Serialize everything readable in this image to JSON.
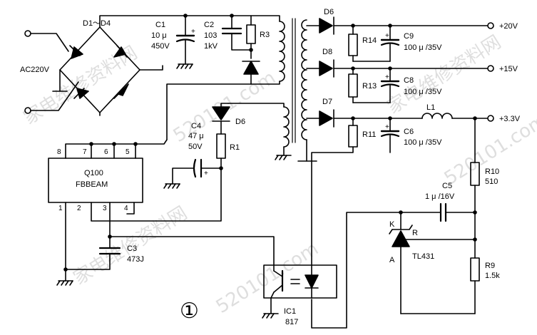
{
  "bridge": {
    "label": "D1～D4"
  },
  "input": {
    "label": "AC220V"
  },
  "c1": {
    "name": "C1",
    "value": "10 μ",
    "voltage": "450V"
  },
  "c2": {
    "name": "C2",
    "value": "103",
    "voltage": "1kV"
  },
  "r3": {
    "name": "R3"
  },
  "d6_out": {
    "name": "D6"
  },
  "d8": {
    "name": "D8"
  },
  "d7": {
    "name": "D7"
  },
  "r14": {
    "name": "R14"
  },
  "r13": {
    "name": "R13"
  },
  "r11": {
    "name": "R11"
  },
  "c9": {
    "name": "C9",
    "value": "100 μ /35V"
  },
  "c8": {
    "name": "C8",
    "value": "100 μ /35V"
  },
  "c6": {
    "name": "C6",
    "value": "100 μ /35V"
  },
  "l1": {
    "name": "L1"
  },
  "outputs": {
    "v20": "+20V",
    "v15": "+15V",
    "v33": "+3.3V"
  },
  "c4": {
    "name": "C4",
    "value": "47 μ",
    "voltage": "50V"
  },
  "d6_aux": {
    "name": "D6"
  },
  "r1": {
    "name": "R1"
  },
  "ic": {
    "name": "Q100",
    "part": "FBBEAM",
    "pins_top": [
      "8",
      "7",
      "6",
      "5"
    ],
    "pins_bottom": [
      "1",
      "2",
      "3",
      "4"
    ]
  },
  "c3": {
    "name": "C3",
    "value": "473J"
  },
  "r10": {
    "name": "R10",
    "value": "510"
  },
  "c5": {
    "name": "C5",
    "value": "1 μ /16V"
  },
  "tl431": {
    "name": "TL431",
    "k": "K",
    "r": "R",
    "a": "A"
  },
  "r9": {
    "name": "R9",
    "value": "1.5k"
  },
  "opto": {
    "name": "IC1",
    "part": "817"
  },
  "figure": {
    "number": "①"
  },
  "watermark": {
    "text": "家电维修资料网",
    "url": "520101.com"
  }
}
